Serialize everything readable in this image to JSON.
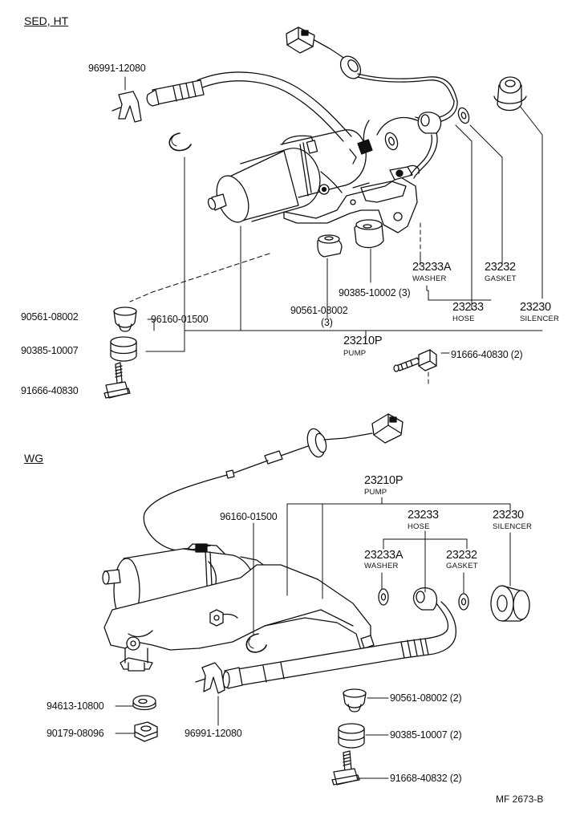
{
  "sections": {
    "top": "SED, HT",
    "bottom": "WG"
  },
  "top_labels": {
    "clip": "96991-12080",
    "grommet_left": "90561-08002",
    "cushion_left": "90385-10007",
    "bolt_left": "91666-40830",
    "ring": "96160-01500",
    "grommet_mid": "90561-08002",
    "grommet_mid_qty": "(3)",
    "cushion_mid": "90385-10002 (3)",
    "pump_no": "23210P",
    "pump_name": "PUMP",
    "washer_no": "23233A",
    "washer_name": "WASHER",
    "gasket_no": "23232",
    "gasket_name": "GASKET",
    "hose_no": "23233",
    "hose_name": "HOSE",
    "silencer_no": "23230",
    "silencer_name": "SILENCER",
    "bolt_right": "91666-40830 (2)"
  },
  "bottom_labels": {
    "pump_no": "23210P",
    "pump_name": "PUMP",
    "ring": "96160-01500",
    "hose_no": "23233",
    "hose_name": "HOSE",
    "silencer_no": "23230",
    "silencer_name": "SILENCER",
    "washer_no": "23233A",
    "washer_name": "WASHER",
    "gasket_no": "23232",
    "gasket_name": "GASKET",
    "washer_left": "94613-10800",
    "nut_left": "90179-08096",
    "clip": "96991-12080",
    "grommet_right": "90561-08002 (2)",
    "cushion_right": "90385-10007 (2)",
    "bolt_right": "91668-40832 (2)"
  },
  "footer": "MF  2673-B"
}
